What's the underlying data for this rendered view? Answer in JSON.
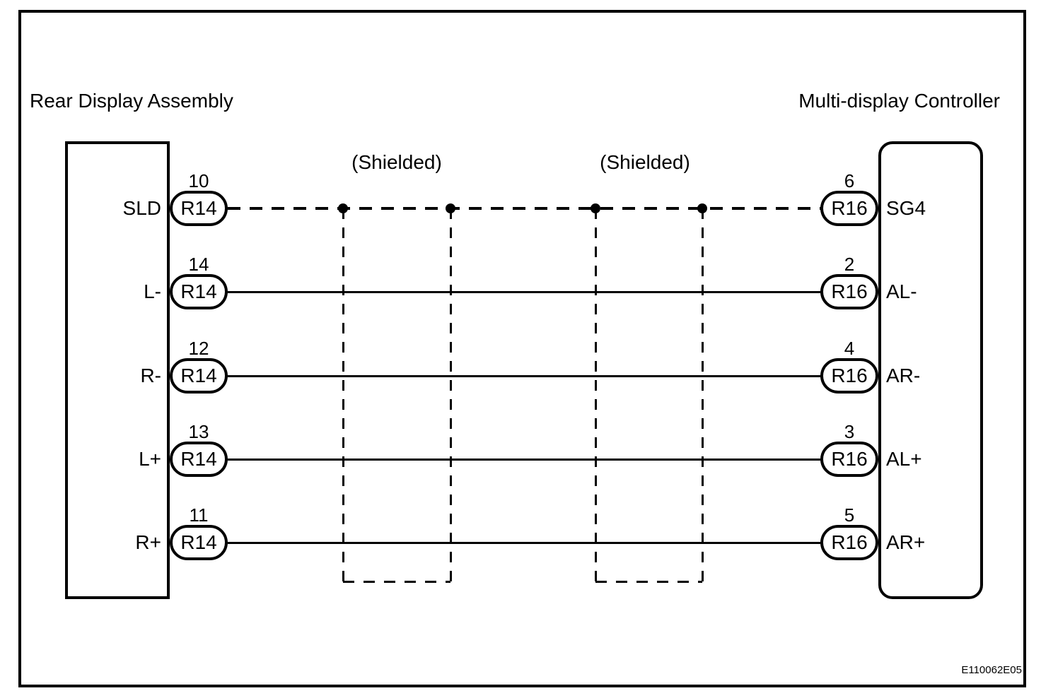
{
  "diagram": {
    "left_component": {
      "title": "Rear Display Assembly",
      "connector_code": "R14"
    },
    "right_component": {
      "title": "Multi-display Controller",
      "connector_code": "R16"
    },
    "shield_labels": [
      "(Shielded)",
      "(Shielded)"
    ],
    "figure_id": "E110062E05",
    "line_color": "#000000",
    "background_color": "#ffffff",
    "rows": [
      {
        "left_pin": "10",
        "left_signal": "SLD",
        "left_connector": "R14",
        "right_connector": "R16",
        "right_pin": "6",
        "right_signal": "SG4",
        "wire_style": "dashed-shield"
      },
      {
        "left_pin": "14",
        "left_signal": "L-",
        "left_connector": "R14",
        "right_connector": "R16",
        "right_pin": "2",
        "right_signal": "AL-",
        "wire_style": "solid"
      },
      {
        "left_pin": "12",
        "left_signal": "R-",
        "left_connector": "R14",
        "right_connector": "R16",
        "right_pin": "4",
        "right_signal": "AR-",
        "wire_style": "solid"
      },
      {
        "left_pin": "13",
        "left_signal": "L+",
        "left_connector": "R14",
        "right_connector": "R16",
        "right_pin": "3",
        "right_signal": "AL+",
        "wire_style": "solid"
      },
      {
        "left_pin": "11",
        "left_signal": "R+",
        "left_connector": "R14",
        "right_connector": "R16",
        "right_pin": "5",
        "right_signal": "AR+",
        "wire_style": "solid"
      }
    ]
  }
}
